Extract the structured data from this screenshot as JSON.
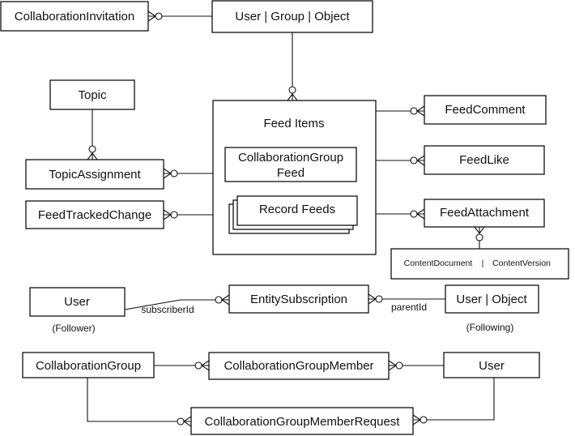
{
  "diagram": {
    "colors": {
      "stroke": "#111111",
      "fill": "#ffffff"
    },
    "entities": {
      "collaboration_invitation": "CollaborationInvitation",
      "user_group_object": "User | Group | Object",
      "topic": "Topic",
      "topic_assignment": "TopicAssignment",
      "feed_tracked_change": "FeedTrackedChange",
      "feed_items": "Feed Items",
      "collaboration_group_feed_line1": "CollaborationGroup",
      "collaboration_group_feed_line2": "Feed",
      "record_feeds": "Record Feeds",
      "feed_comment": "FeedComment",
      "feed_like": "FeedLike",
      "feed_attachment": "FeedAttachment",
      "content_document": "ContentDocument",
      "content_separator": "|",
      "content_version": "ContentVersion",
      "user_follower": "User",
      "entity_subscription": "EntitySubscription",
      "user_or_object": "User | Object",
      "collaboration_group": "CollaborationGroup",
      "collaboration_group_member": "CollaborationGroupMember",
      "user_member": "User",
      "collaboration_group_member_request": "CollaborationGroupMemberRequest"
    },
    "labels": {
      "subscriber_id": "subscriberId",
      "parent_id": "parentId",
      "follower": "(Follower)",
      "following": "(Following)"
    }
  }
}
